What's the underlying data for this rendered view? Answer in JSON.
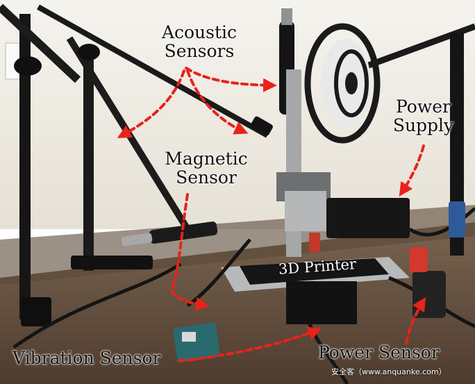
{
  "labels": {
    "acoustic": "Acoustic\nSensors",
    "magnetic": "Magnetic\nSensor",
    "power_supply": "Power\nSupply",
    "printer": "3D Printer",
    "vibration": "Vibration Sensor",
    "power_sensor": "Power Sensor",
    "watermark": "安全客（www.anquanke.com）"
  },
  "colors": {
    "arrow": "#e8231b",
    "wall": "#f1eee7",
    "table": "#6b5645",
    "equipment": "#141414",
    "metal": "#a7a9ab"
  }
}
